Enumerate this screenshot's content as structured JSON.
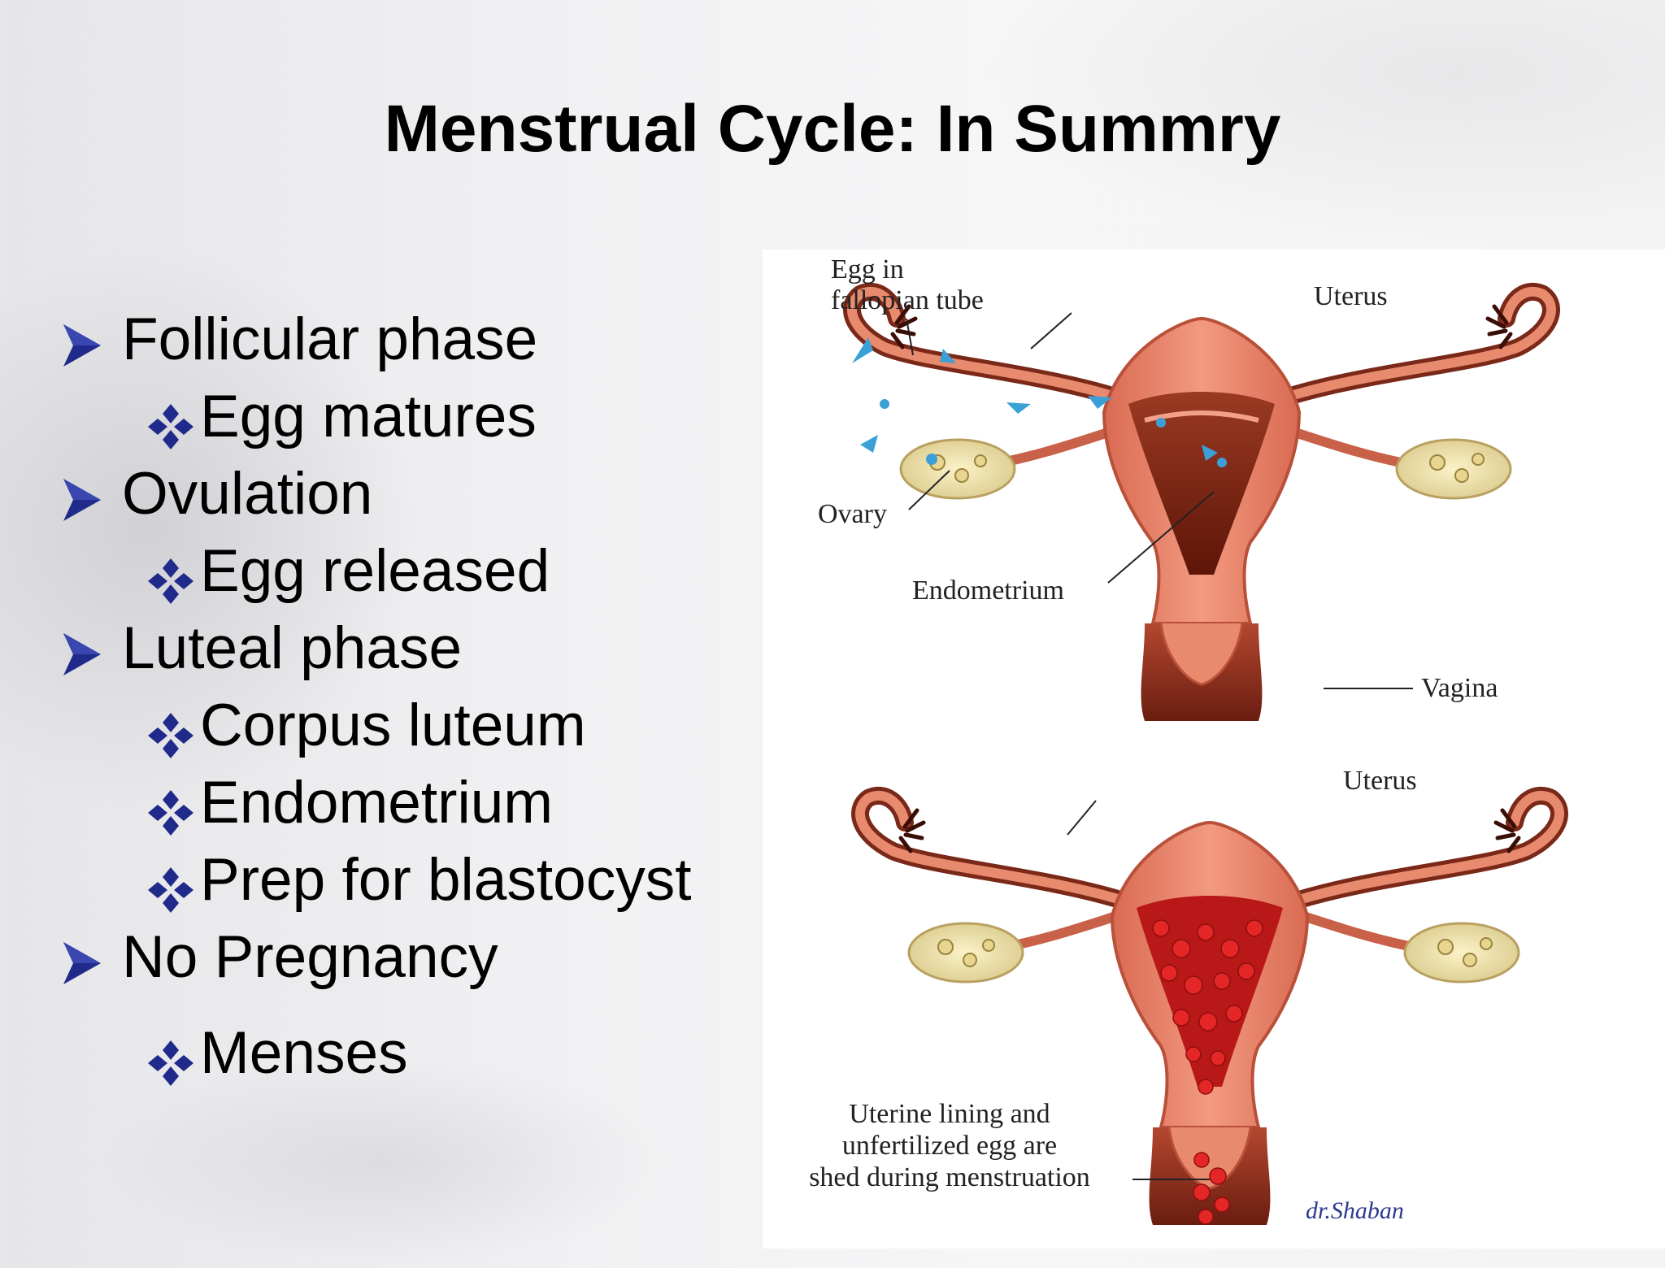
{
  "slide": {
    "title": "Menstrual Cycle: In Summry",
    "colors": {
      "bullet_accent": "#1f2a8a",
      "uterus": "#e0806a",
      "cavity": "#7a1e10",
      "menses": "#d61c1c"
    },
    "bullets": [
      {
        "level": 1,
        "text": "Follicular phase"
      },
      {
        "level": 2,
        "text": "Egg matures"
      },
      {
        "level": 1,
        "text": "Ovulation"
      },
      {
        "level": 2,
        "text": "Egg released"
      },
      {
        "level": 1,
        "text": "Luteal phase"
      },
      {
        "level": 2,
        "text": "Corpus luteum"
      },
      {
        "level": 2,
        "text": "Endometrium"
      },
      {
        "level": 2,
        "text": "Prep for blastocyst"
      },
      {
        "level": 1,
        "text": "No Pregnancy"
      },
      {
        "level": 2,
        "text": "Menses"
      }
    ]
  },
  "figure": {
    "top": {
      "egg_label": [
        "Egg in",
        "fallopian tube"
      ],
      "uterus_label": "Uterus",
      "ovary_label": "Ovary",
      "endometrium_label": "Endometrium",
      "vagina_label": "Vagina"
    },
    "bottom": {
      "uterus_label": "Uterus",
      "shed_label": [
        "Uterine lining and",
        "unfertilized egg are",
        "shed during menstruation"
      ]
    },
    "signature": "dr.Shaban"
  }
}
